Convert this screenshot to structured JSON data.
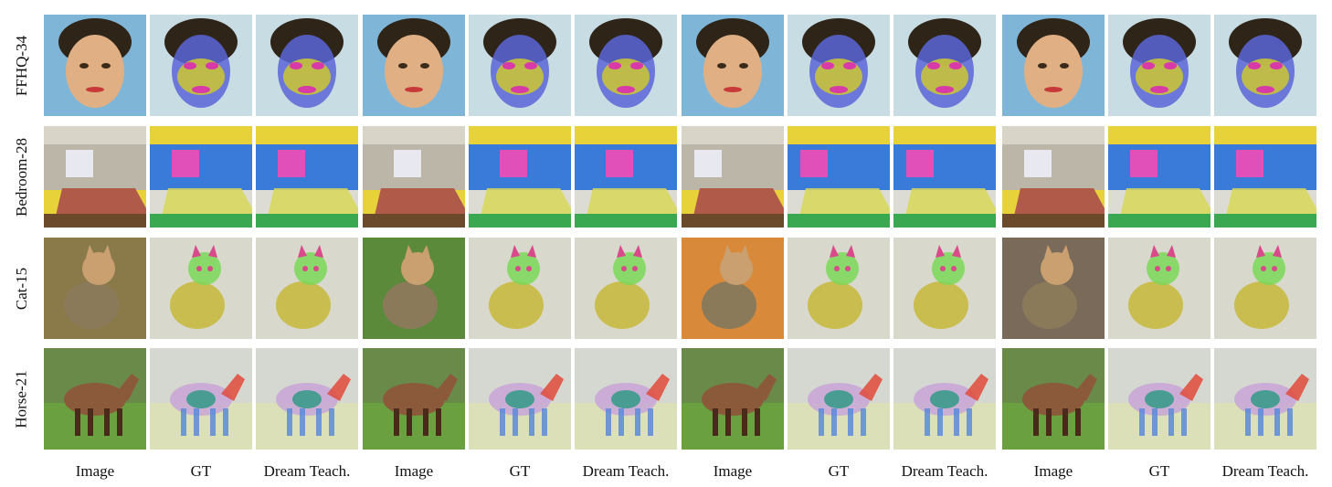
{
  "figure": {
    "row_labels": [
      "FFHQ-34",
      "Bedroom-28",
      "Cat-15",
      "Horse-21"
    ],
    "column_labels": [
      "Image",
      "GT",
      "Dream Teach.",
      "Image",
      "GT",
      "Dream Teach.",
      "Image",
      "GT",
      "Dream Teach.",
      "Image",
      "GT",
      "Dream Teach."
    ],
    "panel_kinds": [
      "image",
      "gt",
      "pred"
    ],
    "panel_colors": {
      "ffhq": [
        "#7fb6d8",
        "#2e2418",
        "#5a66d8",
        "#c8c23a",
        "#d83aa8",
        "#e0b084"
      ],
      "bedroom": [
        "#e8d23a",
        "#3a7ad8",
        "#e050b8",
        "#d8d858",
        "#3aa850",
        "#8a6a3a"
      ],
      "cat": [
        "#caa070",
        "#7ad858",
        "#c8b83a",
        "#d84a8a",
        "#3a8ad8",
        "#8a7a5a"
      ],
      "horse": [
        "#6aa040",
        "#c8a4d8",
        "#e04a3a",
        "#3a9a8a",
        "#5a8ad8",
        "#8a5a3a"
      ]
    }
  }
}
